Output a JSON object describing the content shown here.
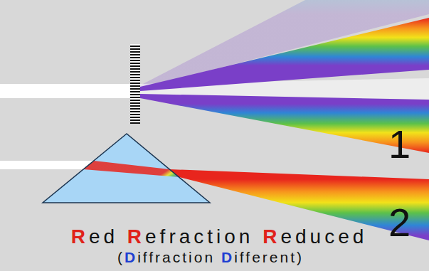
{
  "diagram": {
    "labels": [
      "1",
      "2",
      "Red Refraction Reduced",
      "(Diffraction Different)"
    ]
  }
}
